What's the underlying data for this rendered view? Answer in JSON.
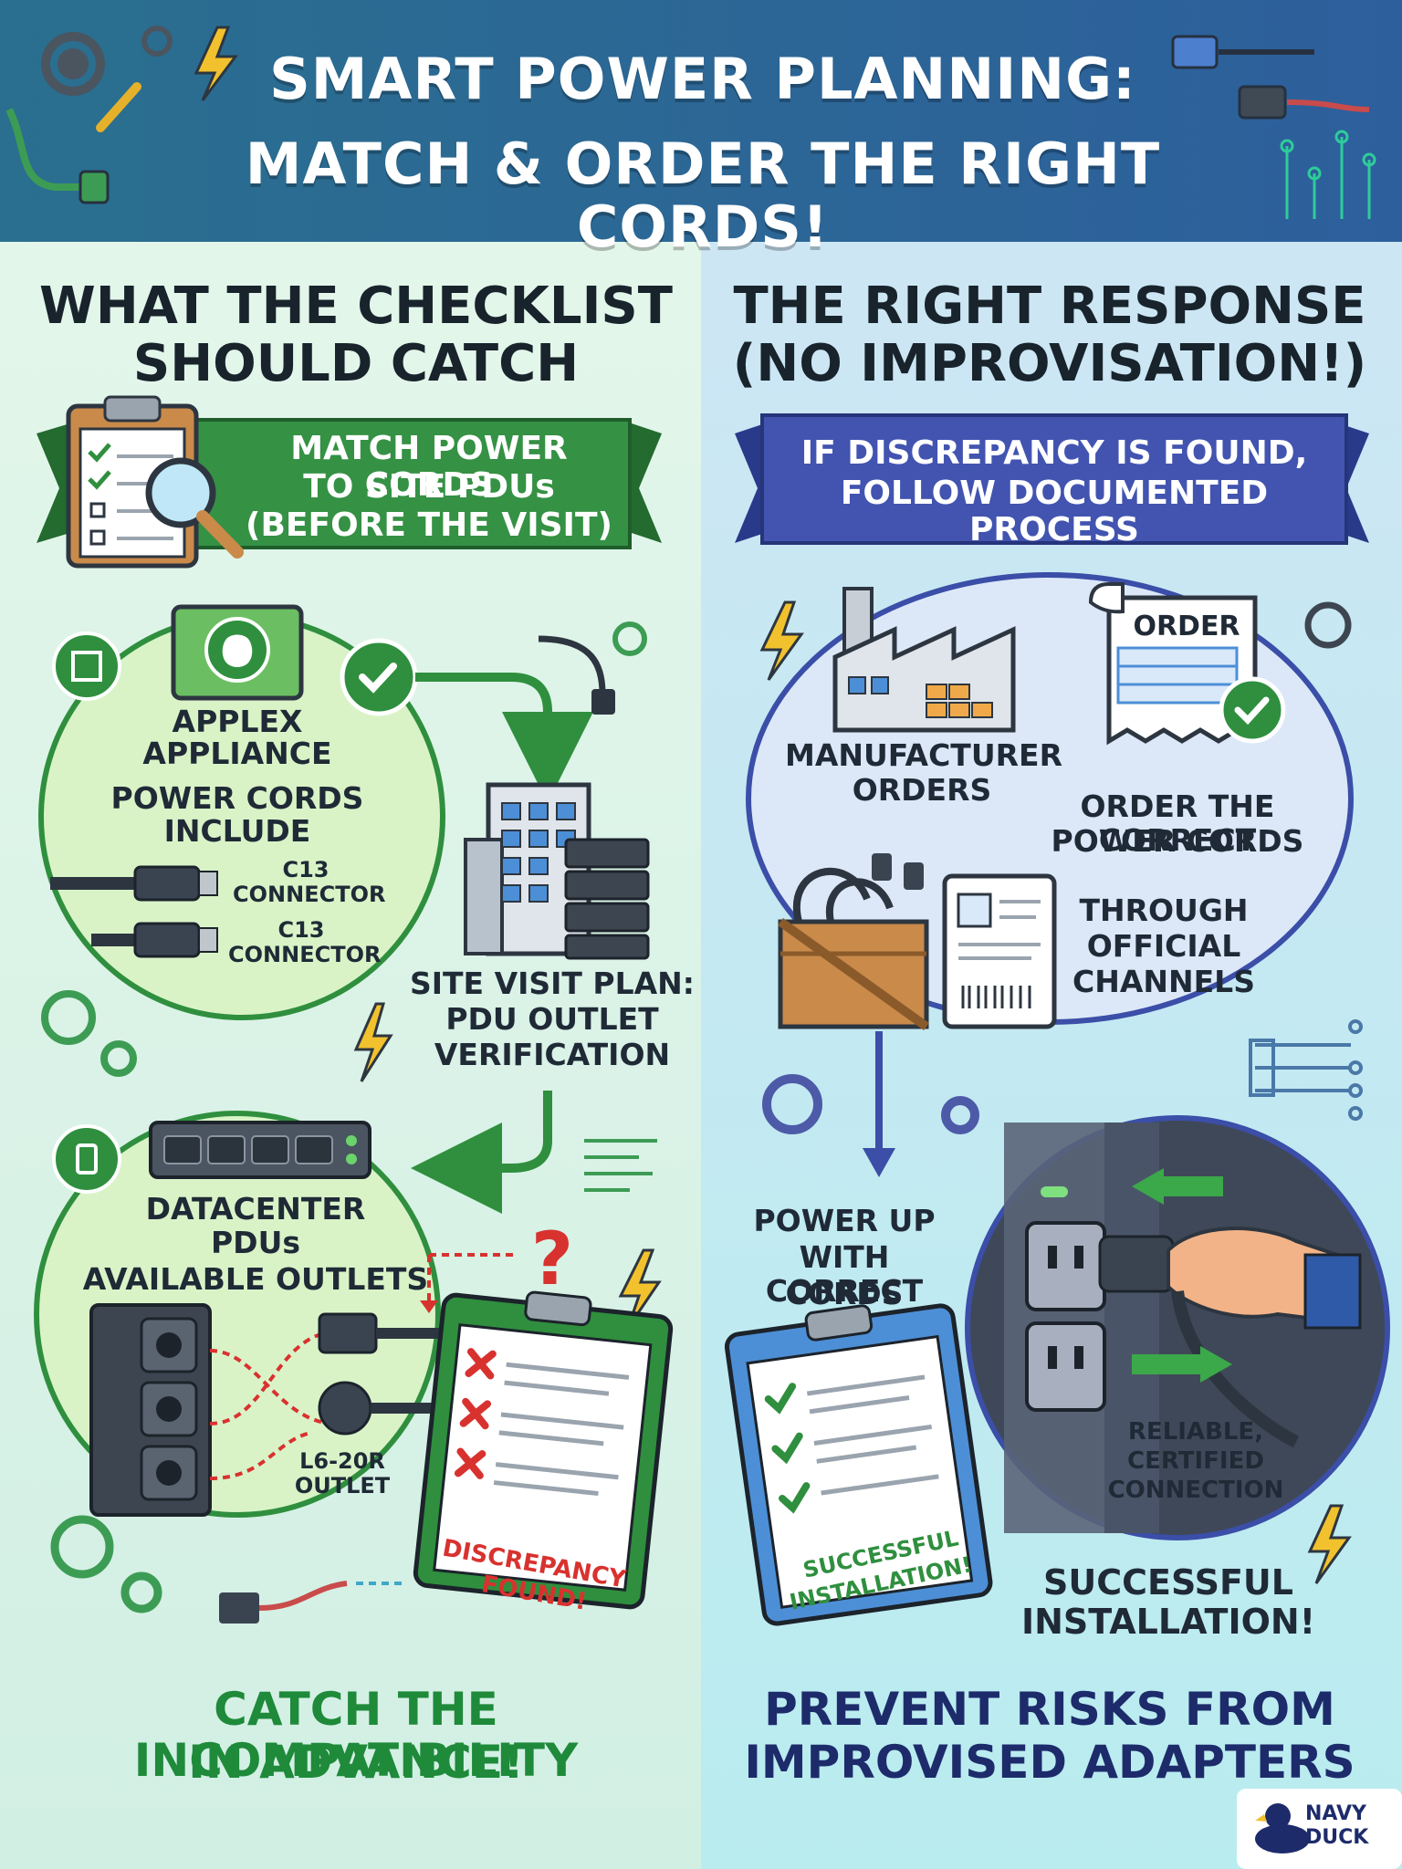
{
  "header": {
    "title_line1": "SMART POWER PLANNING:",
    "title_line2": "MATCH & ORDER THE RIGHT CORDS!"
  },
  "left": {
    "heading_line1": "WHAT THE CHECKLIST",
    "heading_line2": "SHOULD CATCH",
    "ribbon_line1": "MATCH POWER CORDS",
    "ribbon_line2": "TO SITE PDUs",
    "ribbon_line3": "(BEFORE THE VISIT)",
    "appliance_line1": "APPLEX",
    "appliance_line2": "APPLIANCE",
    "cords_line1": "POWER CORDS",
    "cords_line2": "INCLUDE",
    "connector1_line1": "C13",
    "connector1_line2": "CONNECTOR",
    "connector2_line1": "C13",
    "connector2_line2": "CONNECTOR",
    "site_line1": "SITE VISIT PLAN:",
    "site_line2": "PDU OUTLET",
    "site_line3": "VERIFICATION",
    "pdu_line1": "DATACENTER",
    "pdu_line2": "PDUs",
    "pdu_line3": "AVAILABLE OUTLETS",
    "question_mark": "?",
    "outlet_line1": "L6-20R",
    "outlet_line2": "OUTLET",
    "discrepancy_line1": "DISCREPANCY",
    "discrepancy_line2": "FOUND!",
    "footer_line1": "CATCH THE INCOMPATIBILITY",
    "footer_line2": "IN ADVANCE!"
  },
  "right": {
    "heading_line1": "THE RIGHT RESPONSE",
    "heading_line2": "(NO IMPROVISATION!)",
    "ribbon_line1": "IF DISCREPANCY IS FOUND,",
    "ribbon_line2": "FOLLOW DOCUMENTED PROCESS",
    "order_doc": "ORDER",
    "manufacturer_line1": "MANUFACTURER",
    "manufacturer_line2": "ORDERS",
    "order_line1": "ORDER THE CORRECT",
    "order_line2": "POWER CORDS",
    "channels_line1": "THROUGH",
    "channels_line2": "OFFICIAL",
    "channels_line3": "CHANNELS",
    "powerup_line1": "POWER UP",
    "powerup_line2": "WITH CORRECT",
    "powerup_line3": "CORDS",
    "reliable_line1": "RELIABLE,",
    "reliable_line2": "CERTIFIED",
    "reliable_line3": "CONNECTION",
    "clipboard_line1": "SUCCESSFUL",
    "clipboard_line2": "INSTALLATION!",
    "success_line1": "SUCCESSFUL",
    "success_line2": "INSTALLATION!",
    "footer_line1": "PREVENT RISKS FROM",
    "footer_line2": "IMPROVISED ADAPTERS"
  },
  "brand": {
    "line1": "NAVY",
    "line2": "DUCK"
  },
  "colors": {
    "header": "#2c6d9a",
    "left_bg": "#dff3ea",
    "right_bg": "#cdeef3",
    "green": "#2f8f3e",
    "navy": "#3b4ea8",
    "red": "#d8322f"
  },
  "icons": [
    "gear-icon",
    "wrench-icon",
    "lightning-icon",
    "plug-icon",
    "clipboard-icon",
    "magnifier-icon",
    "apple-icon",
    "checkmark-icon",
    "chip-icon",
    "building-icon",
    "server-icon",
    "usb-icon",
    "pdu-strip-icon",
    "factory-icon",
    "order-document-icon",
    "crate-icon",
    "id-card-icon",
    "hand-plug-icon",
    "arrow-icon",
    "duck-icon"
  ]
}
